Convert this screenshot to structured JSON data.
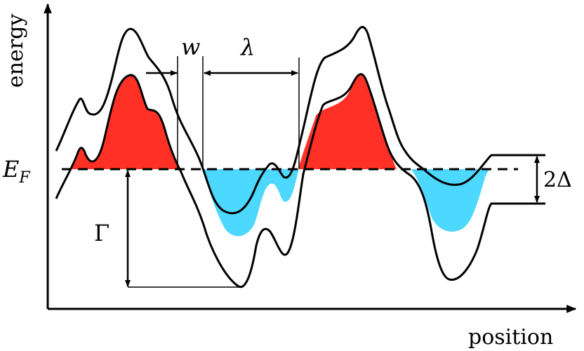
{
  "axes": {
    "x_label": "position",
    "y_label": "energy"
  },
  "labels": {
    "fermi_E": "E",
    "fermi_sub": "F",
    "gap": "2Δ",
    "gamma": "Γ",
    "width": "w",
    "wavelength": "λ"
  },
  "colors": {
    "above_fermi_fill": "#ff3126",
    "below_fermi_fill": "#4dd8ff",
    "line": "#000000",
    "background": "#ffffff"
  }
}
